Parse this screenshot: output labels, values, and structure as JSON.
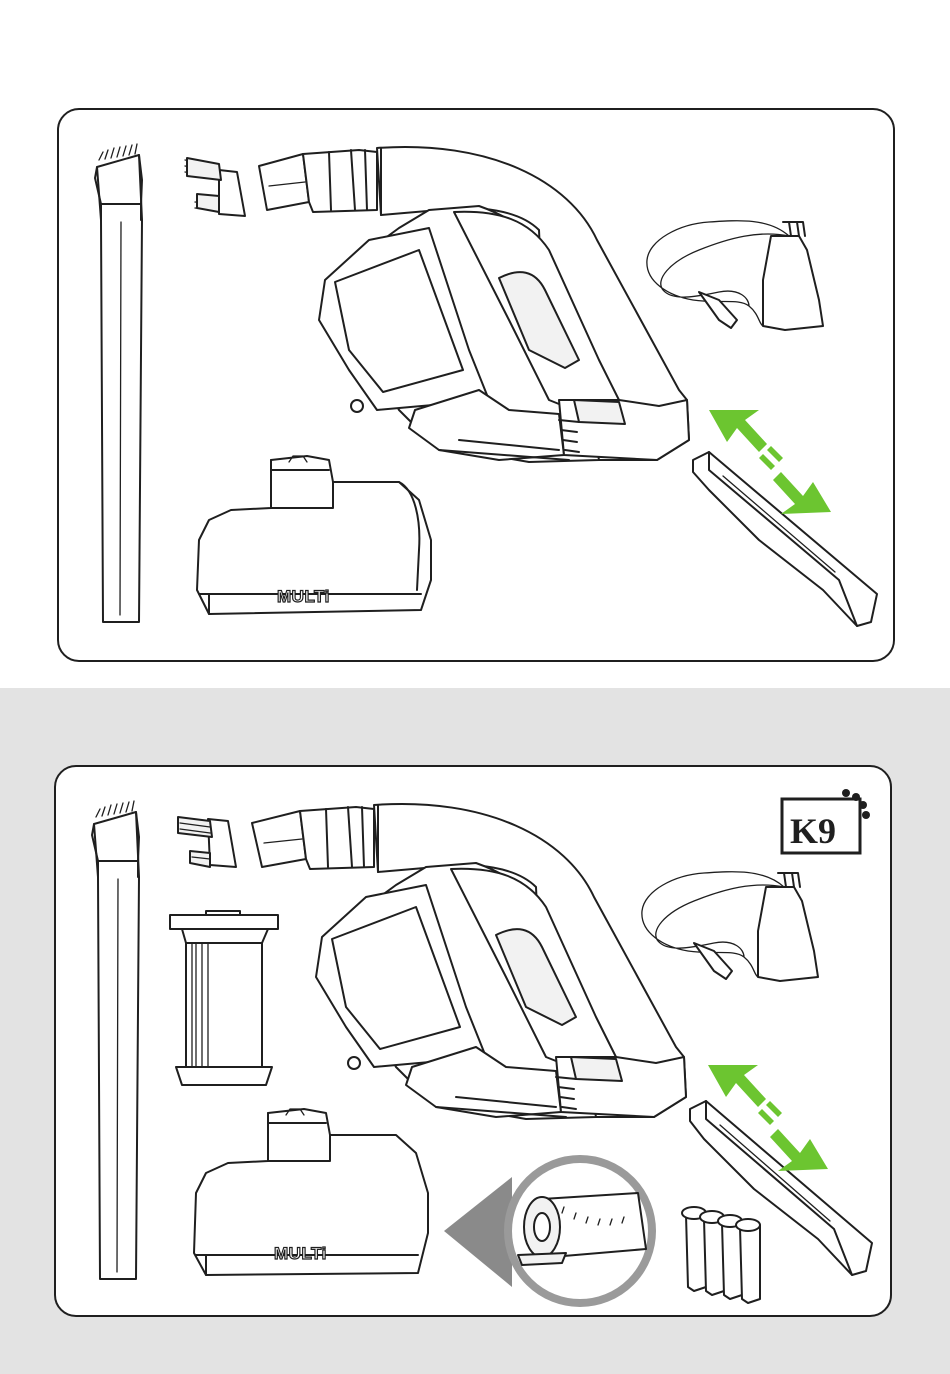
{
  "colors": {
    "arrow_green": "#6cc530",
    "outline": "#1f1f1f",
    "background_band": "#e3e3e3"
  },
  "panels": [
    {
      "name": "standard-kit",
      "brush_label": "MULTi",
      "icons": [
        "extension-wand-icon",
        "dusting-brush-icon",
        "crevice-nozzle-icon",
        "handheld-vacuum-icon",
        "charger-icon",
        "multi-brush-head-icon",
        "flexible-crevice-tool-icon",
        "double-arrow-icon"
      ]
    },
    {
      "name": "k9-kit",
      "brush_label": "MULTi",
      "logo_text": "K9",
      "icons": [
        "extension-wand-icon",
        "dusting-brush-icon",
        "crevice-nozzle-icon",
        "handheld-vacuum-icon",
        "charger-icon",
        "filter-icon",
        "multi-brush-head-icon",
        "brush-roll-detail-icon",
        "spare-filters-icon",
        "flexible-crevice-tool-icon",
        "double-arrow-icon",
        "k9-paw-logo-icon"
      ]
    }
  ]
}
